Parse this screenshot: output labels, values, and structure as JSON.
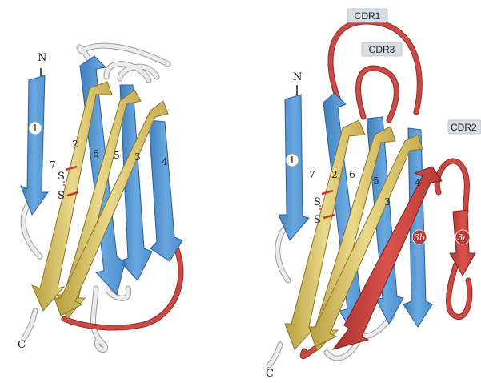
{
  "colors": {
    "blue_strand": "#5b9bd8",
    "blue_dark": "#3f7fbf",
    "yellow_strand": "#d9c46a",
    "yellow_dark": "#b89f3e",
    "red_loop": "#cc4a45",
    "grey_loop": "#e4e4e4",
    "disulfide": "#c0392b"
  },
  "left_domain": {
    "n_label": "N",
    "c_label": "C",
    "s_top": "S",
    "s_bottom": "S",
    "strands": {
      "s1": "1",
      "s2": "2",
      "s3": "3",
      "s4": "4",
      "s5": "5",
      "s6": "6",
      "s7": "7"
    }
  },
  "right_domain": {
    "n_label": "N",
    "c_label": "C",
    "s_top": "S",
    "s_bottom": "S",
    "strands": {
      "s1": "1",
      "s2": "2",
      "s3": "3",
      "s4": "4",
      "s5": "5",
      "s6": "6",
      "s7": "7",
      "s3b": "3b",
      "s3c": "3c"
    },
    "cdr_labels": {
      "cdr1": "CDR1",
      "cdr2": "CDR2",
      "cdr3": "CDR3"
    }
  }
}
